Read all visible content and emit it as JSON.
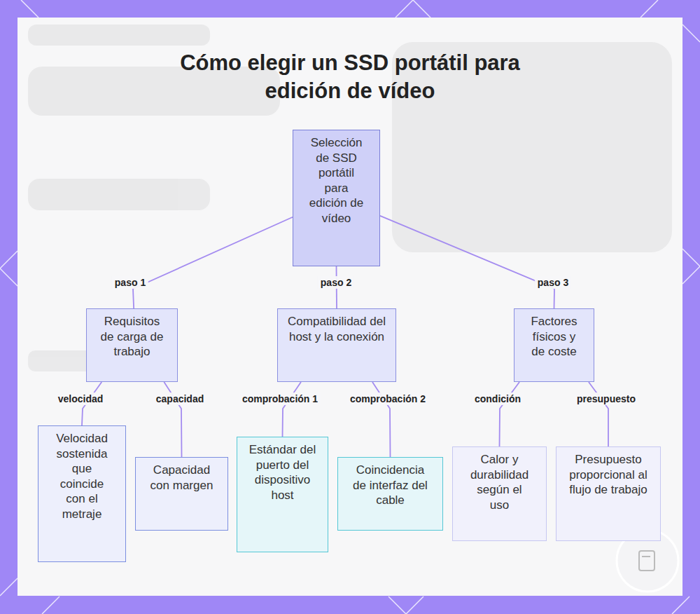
{
  "diagram": {
    "title": "Cómo elegir un SSD portátil para edición de vídeo",
    "nodes": [
      {
        "text": [
          "Selección de SSD portátil para edición de vídeo"
        ]
      },
      {
        "text": [
          "Requisitos de carga de trabajo"
        ]
      },
      {
        "text": [
          "Compatibilidad del host y la conexión"
        ]
      },
      {
        "text": [
          "Factores físicos y de coste"
        ]
      },
      {
        "text": [
          "Velocidad sostenida que coincide con el metraje"
        ]
      },
      {
        "text": [
          "Capacidad con margen"
        ]
      },
      {
        "text": [
          "Estándar del puerto del dispositivo host"
        ]
      },
      {
        "text": [
          "Coincidencia de interfaz del cable"
        ]
      },
      {
        "text": [
          "Calor y durabilidad según el uso"
        ]
      },
      {
        "text": [
          "Presupuesto proporcional al flujo de trabajo"
        ]
      }
    ],
    "edges": [
      {
        "from": 0,
        "to": 1,
        "arrow": "none",
        "label": "paso 1"
      },
      {
        "from": 0,
        "to": 2,
        "arrow": "none",
        "label": "paso 2"
      },
      {
        "from": 0,
        "to": 3,
        "arrow": "none",
        "label": "paso 3"
      },
      {
        "from": 1,
        "to": 4,
        "arrow": "none",
        "label": "velocidad"
      },
      {
        "from": 1,
        "to": 5,
        "arrow": "none",
        "label": "capacidad"
      },
      {
        "from": 2,
        "to": 6,
        "arrow": "none",
        "label": "comprobación 1"
      },
      {
        "from": 2,
        "to": 7,
        "arrow": "none",
        "label": "comprobación 2"
      },
      {
        "from": 3,
        "to": 8,
        "arrow": "none",
        "label": "condición"
      },
      {
        "from": 3,
        "to": 9,
        "arrow": "none",
        "label": "presupuesto"
      }
    ]
  }
}
